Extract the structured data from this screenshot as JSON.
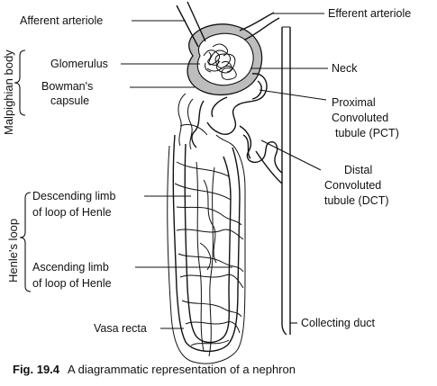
{
  "labels": {
    "afferent_arteriole": "Afferent arteriole",
    "efferent_arteriole": "Efferent arteriole",
    "glomerulus": "Glomerulus",
    "neck": "Neck",
    "bowmans_capsule_1": "Bowman's",
    "bowmans_capsule_2": "capsule",
    "pct_1": "Proximal",
    "pct_2": "Convoluted",
    "pct_3": "tubule (PCT)",
    "dct_1": "Distal",
    "dct_2": "Convoluted",
    "dct_3": "tubule (DCT)",
    "descending_1": "Descending limb",
    "descending_2": "of loop of Henle",
    "ascending_1": "Ascending limb",
    "ascending_2": "of loop of Henle",
    "vasa_recta": "Vasa recta",
    "collecting_duct": "Collecting duct"
  },
  "side_labels": {
    "malpighian_body": "Malpighian body",
    "henles_loop": "Henle's loop"
  },
  "caption": {
    "figure_number": "Fig. 19.4",
    "text": "A diagrammatic representation of a nephron"
  }
}
